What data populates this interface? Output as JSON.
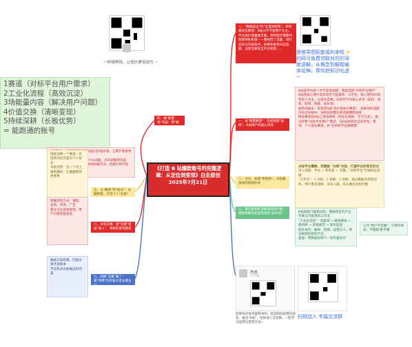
{
  "center": {
    "title": "《打造 B 站爆款账号的完整逻辑：从定位到变现》白圭原创 2025年7月21日"
  },
  "left_block": {
    "caption": "一杯咖啡钱，让低价更有动力 ~",
    "lines": [
      "1赛道（对标平台用户需求）",
      "2工业化流程（高效沉淀）",
      "3场能量内容（解决用户问题）",
      "4价值交换（清晰变现）",
      "5持续深耕（长板优势）",
      "= 能跑通的账号"
    ]
  },
  "top_right": {
    "header": "一、\"数据验证\"的\"反直觉矩阵\"，找到最优化赛道：B站以学习型用户为主，平台高价值垂类丰富，同时提示需要时刻保持危机感——我经历了流量、同行竞争与内容迭代，如果你发现对应选题，注意还要在全平台找到……",
    "caption": "思维导图配套福利来啦✨ 扫码可免费领取对应的深度讲解，从概念到解题循序延伸，帮你把知识吃透~"
  },
  "section1": {
    "header": "一、找\"刚需赛道\"：先想清楚\"战场\"，B站用户的核心诉求",
    "notes": [
      "B站是平台第一步不是发视频，而是选择\"对标平台用户\"",
      "B站的核心用户是年轻学习型群体：以学生、刚入职的00后年轻人为主，以提升自我、高效学习为核心诉求（知识、效率、职场、技能、成长等）",
      "避开纯娱乐：先锁定B站\"高价值知识赛道\"，如果你的选题方向正好踩中，对标视频需达到近期爆款效果",
      "精选赛道在B站上持续刷新（标准化视频、学习方式）、通过积累\"对标平台用户\"需求，在B站找到对应的学生、职场、个人成长赛道，并\"在目标平台做刚需\""
    ]
  },
  "section2": {
    "header": "二、讨论、依靠\"参照系\"，对标最强效的视频形式",
    "sub": "对标平台爆款、用模板-\"仿制\"内容、打通平台的常见形式",
    "notes_left": [
      "深入挖掘：平台 + 参照系 + 流量，\"对标平台\"打通验证思维",
      "\"三步法\"：1 对标、2 拆解、3 仿制，通过模板化持续创作，用户需求清晰、对号入座，先从模仿开始打磨",
      "\"打法\"：平台+模板+流量，不是想到什么拍什么，而是拆解出可复用的内容结构",
      "同质化的问题：参照系提示你哪些形式已经跑通，减少试错成本"
    ]
  },
  "section3": {
    "header": "三、用可复制的流程保持高产能：把视频制作变成可控的\"流水线\"",
    "notes": [
      "B站视频门槛相对高，需要稳定的产出节奏与可复用的工作流",
      "\"工业化流程\"：选题库 → 脚本模板 → 素材库 → 剪辑规范 → 发布复盘",
      "团队协作：编导、剪辑、运营分工，保证每周的稳定产出",
      "复盘：用数据指导下一轮内容迭代"
    ],
    "side_note": "认为\"用户不是懒\"：只看学到的，不理解'看不懂'"
  },
  "section4": {
    "header": "四、做\"能量场\"内容：用\"解决问题\"做出\"可信任\"的内容",
    "notes": [
      "\"能量场\"：视频要有强情绪/强信息/强价值，让用户愿意停留、互动和关注",
      "标题与封面：说清楚能解决什么问题，点开即看到答案",
      "结构：开头3秒给出结论，中段拆解方法，结尾引导行动"
    ]
  },
  "section5": {
    "header": "五、从\"赛道\"到\"账号\"：长期积累，打造个人\"长板\"",
    "notes": [
      "持续深耕一个赛道，形成系列化内容与个人标签",
      "长板优势：在一个点上做到最好，比面面俱到更重要"
    ]
  },
  "section6": {
    "header": "六、价值交换：把\"流量\"变成\"收入\"，清晰的变现路径",
    "notes": [
      "明确变现方式：课程、咨询、带货、广告",
      "建立信任后再变现，用户付费意愿更高"
    ]
  },
  "section7": {
    "header": "七、别被\"流量\"骗了：做\"有用\"的内容才是长期主义",
    "notes": [
      "数据只是结果，内容价值才是根本",
      "不追热点也能做出好内容"
    ]
  },
  "bottom": {
    "name": "白圭",
    "handle": "个人号",
    "caption": "扫码加入 专属交流群",
    "footnote": "如果你对本内容有共鸣，欢迎扫码加我为好友，备注\"B站\"，拉你进入交流群，一起学习运营与变现方法~"
  }
}
